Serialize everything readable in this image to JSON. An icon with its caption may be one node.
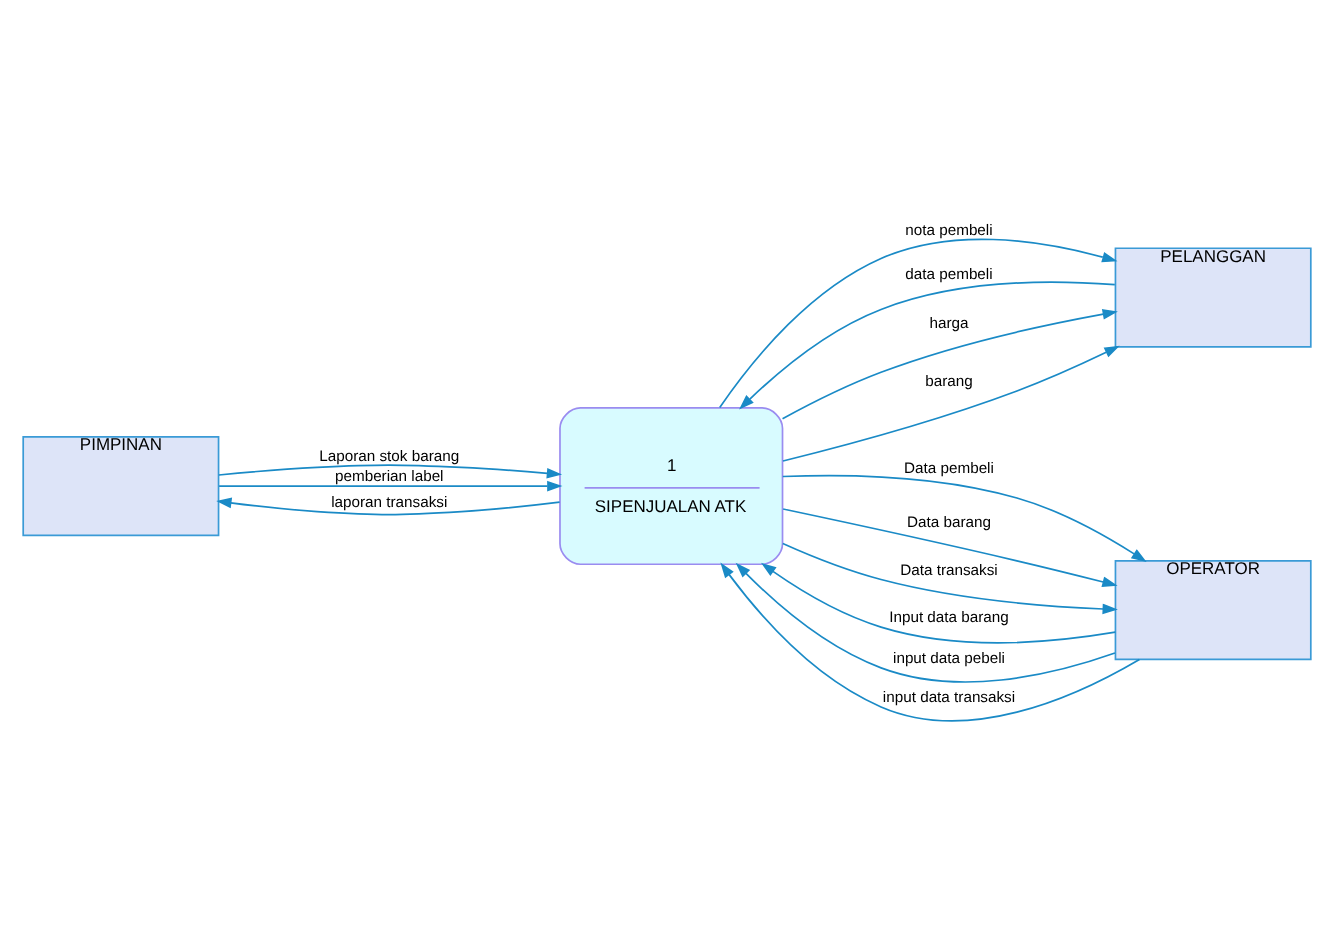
{
  "diagram": {
    "nodes": [
      {
        "text": [
          "PIMPINAN"
        ]
      },
      {
        "text": [
          "PELANGGAN"
        ]
      },
      {
        "text": [
          "1",
          "SIPENJUALAN ATK"
        ]
      },
      {
        "text": [
          "OPERATOR"
        ]
      }
    ],
    "edges": [
      {
        "from": 0,
        "to": 2,
        "arrow": "to",
        "label": "Laporan stok barang"
      },
      {
        "from": 0,
        "to": 2,
        "arrow": "to",
        "label": "pemberian label"
      },
      {
        "from": 2,
        "to": 0,
        "arrow": "to",
        "label": "laporan transaksi"
      },
      {
        "from": 1,
        "to": 2,
        "arrow": "to",
        "label": "data pembeli"
      },
      {
        "from": 2,
        "to": 1,
        "arrow": "to",
        "label": "harga"
      },
      {
        "from": 2,
        "to": 1,
        "arrow": "to",
        "label": "barang"
      },
      {
        "from": 2,
        "to": 1,
        "arrow": "to",
        "label": "nota pembeli"
      },
      {
        "from": 2,
        "to": 3,
        "arrow": "to",
        "label": "Data pembeli"
      },
      {
        "from": 2,
        "to": 3,
        "arrow": "to",
        "label": "Data barang"
      },
      {
        "from": 2,
        "to": 3,
        "arrow": "to",
        "label": "Data transaksi"
      },
      {
        "from": 3,
        "to": 2,
        "arrow": "to",
        "label": "Input data barang"
      },
      {
        "from": 3,
        "to": 2,
        "arrow": "to",
        "label": "input data pebeli"
      },
      {
        "from": 3,
        "to": 2,
        "arrow": "to",
        "label": "input data transaksi"
      }
    ]
  }
}
